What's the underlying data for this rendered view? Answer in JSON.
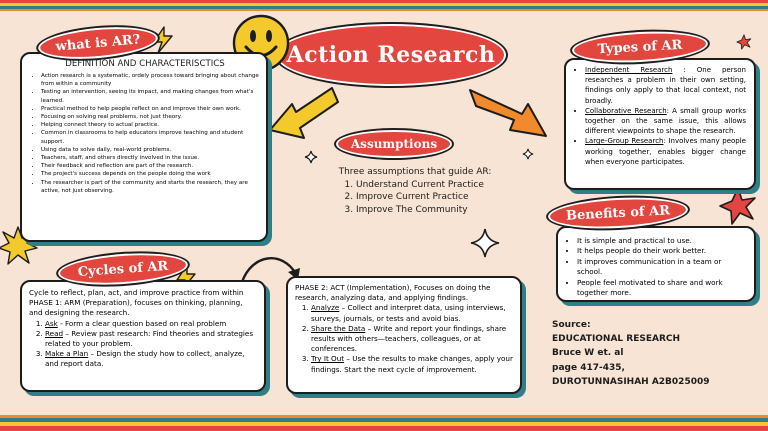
{
  "title": "Action Research",
  "what_is_ar": {
    "banner": "what is AR?",
    "heading": "DEFINITION AND CHARACTERISCTICS",
    "items": [
      "Action research is a systematic, ordely process toward bringing about change from within a community",
      "Testing an intervention, seeing its impact, and making changes from what's learned.",
      "Practical method to help people reflect on and improve their own work.",
      "Focusing on solving real problems, not just theory.",
      "Helping connect theory to actual practice.",
      "Common in classrooms to help educators improve teaching and student support.",
      "Using data to solve daily, real-world problems.",
      "Teachers, staff, and others directly involved in the issue.",
      "Their feedback and reflection are part of the research.",
      "The project's success depends on the people doing the work",
      "The researcher is part of the community and starts the research, they are active, not just observing."
    ]
  },
  "assumptions": {
    "banner": "Assumptions",
    "intro": "Three assumptions that guide AR:",
    "items": [
      "Understand Current Practice",
      "Improve Current Practice",
      "Improve The Community"
    ]
  },
  "types_of_ar": {
    "banner": "Types of AR",
    "items": [
      {
        "term": "Independent Research",
        "sep": " : ",
        "desc": "One person researches a problem in their own setting, findings only apply to that local context, not broadly."
      },
      {
        "term": "Collaborative Research",
        "sep": ": ",
        "desc": "A small group works together on the same issue, this allows different viewpoints to shape the research."
      },
      {
        "term": "Large-Group Research",
        "sep": ": ",
        "desc": "Involves many people working together, enables bigger change when everyone participates."
      }
    ]
  },
  "benefits_of_ar": {
    "banner": "Benefits of AR",
    "items": [
      "It is simple and practical to use.",
      "It helps people do their work better.",
      "It improves communication in a team or school.",
      "People feel motivated to share and work together more."
    ]
  },
  "cycles_of_ar": {
    "banner": "Cycles of AR",
    "intro": "Cycle to reflect, plan, act, and improve practice from within",
    "phase1": "PHASE 1: ARM (Preparation), focuses on thinking, planning, and designing the research.",
    "phase1_items": [
      {
        "term": "Ask",
        "desc": " - Form a clear question based on real problem"
      },
      {
        "term": "Read",
        "desc": " – Review past research:  Find theories and strategies related to your problem."
      },
      {
        "term": "Make a Plan",
        "desc": " – Design the study how to collect, analyze, and report data."
      }
    ],
    "phase2": "PHASE 2: ACT (Implementation), Focuses on doing the research, analyzing data, and applying findings.",
    "phase2_items": [
      {
        "term": "Analyze",
        "desc": " – Collect and interpret data, using interviews, surveys, journals, or tests and avoid bias."
      },
      {
        "term": "Share the Data",
        "desc": " – Write and report your findings, share results with others—teachers, colleagues, or at conferences."
      },
      {
        "term": "Try It Out",
        "desc": " – Use the results to make changes, apply your findings. Start the next cycle of improvement."
      }
    ]
  },
  "source": {
    "label": "Source:",
    "lines": [
      "EDUCATIONAL RESEARCH",
      "Bruce W et. al",
      "page 417-435,",
      "DUROTUNNASIHAH A2B025009"
    ]
  },
  "colors": {
    "red": "#e2463f",
    "teal": "#2f7f86",
    "yellow": "#f3c92c",
    "orange": "#f08a2c",
    "cream": "#f7e4d4"
  }
}
